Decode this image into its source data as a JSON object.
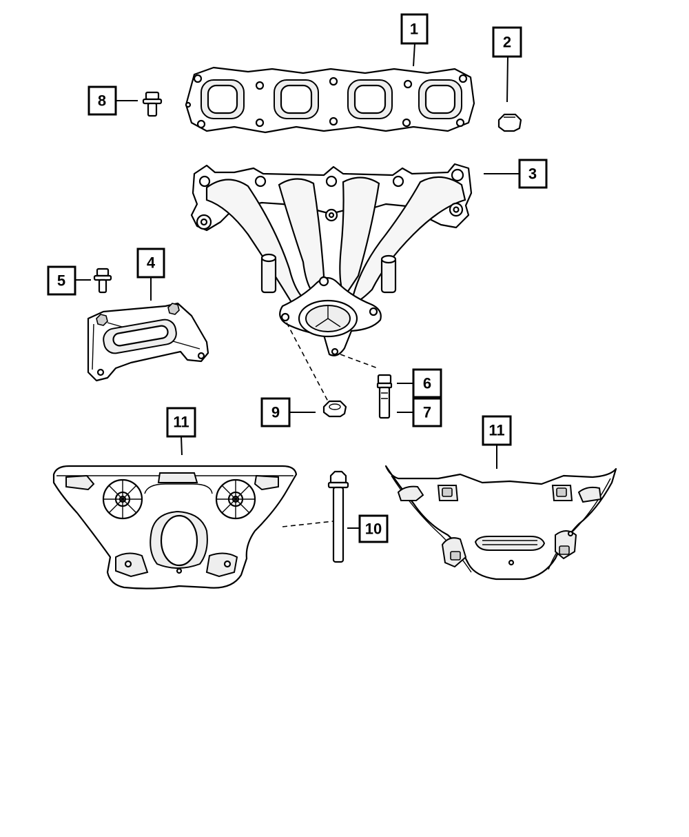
{
  "callouts": {
    "c1": "1",
    "c2": "2",
    "c3": "3",
    "c4": "4",
    "c5": "5",
    "c6": "6",
    "c7": "7",
    "c8": "8",
    "c9": "9",
    "c10": "10",
    "c11a": "11",
    "c11b": "11"
  },
  "parts": {
    "gasket": "exhaust-manifold-gasket",
    "nut_small": "nut",
    "manifold": "exhaust-manifold",
    "bracket": "support-bracket",
    "bolt_5": "bolt",
    "stud_6_7": "stud-and-nut",
    "bolt_8": "bolt",
    "nut_9": "nut",
    "bolt_10": "long-bolt",
    "shield_lower": "heat-shield-lower",
    "shield_upper": "heat-shield-upper"
  },
  "colors": {
    "line": "#000000",
    "background": "#ffffff"
  }
}
